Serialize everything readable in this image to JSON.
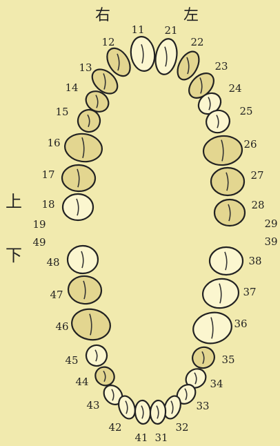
{
  "headers": {
    "right": "右",
    "left": "左"
  },
  "side": {
    "upper": "上",
    "lower": "下"
  },
  "teeth": [
    {
      "num": "11",
      "shaded": false
    },
    {
      "num": "12",
      "shaded": true
    },
    {
      "num": "13",
      "shaded": true
    },
    {
      "num": "14",
      "shaded": true
    },
    {
      "num": "15",
      "shaded": true
    },
    {
      "num": "16",
      "shaded": true
    },
    {
      "num": "17",
      "shaded": true
    },
    {
      "num": "18",
      "shaded": false
    },
    {
      "num": "21",
      "shaded": false
    },
    {
      "num": "22",
      "shaded": true
    },
    {
      "num": "23",
      "shaded": true
    },
    {
      "num": "24",
      "shaded": false
    },
    {
      "num": "25",
      "shaded": false
    },
    {
      "num": "26",
      "shaded": true
    },
    {
      "num": "27",
      "shaded": true
    },
    {
      "num": "28",
      "shaded": true
    },
    {
      "num": "48",
      "shaded": false
    },
    {
      "num": "47",
      "shaded": true
    },
    {
      "num": "46",
      "shaded": true
    },
    {
      "num": "45",
      "shaded": false
    },
    {
      "num": "44",
      "shaded": true
    },
    {
      "num": "43",
      "shaded": false
    },
    {
      "num": "42",
      "shaded": false
    },
    {
      "num": "41",
      "shaded": false
    },
    {
      "num": "38",
      "shaded": false
    },
    {
      "num": "37",
      "shaded": false
    },
    {
      "num": "36",
      "shaded": false
    },
    {
      "num": "35",
      "shaded": true
    },
    {
      "num": "34",
      "shaded": false
    },
    {
      "num": "33",
      "shaded": false
    },
    {
      "num": "32",
      "shaded": false
    },
    {
      "num": "31",
      "shaded": false
    }
  ],
  "extra_labels": [
    "19",
    "49",
    "29",
    "39"
  ]
}
